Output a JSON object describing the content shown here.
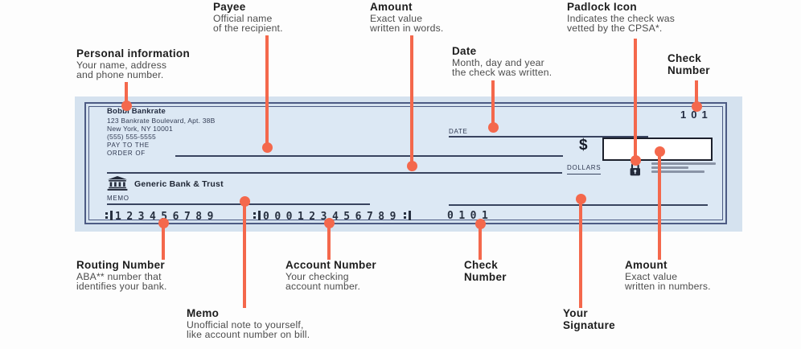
{
  "annotations": {
    "payee": {
      "title": "Payee",
      "line1": "Official name",
      "line2": "of the recipient."
    },
    "amount_words": {
      "title": "Amount",
      "line1": "Exact value",
      "line2": "written in words."
    },
    "padlock": {
      "title": "Padlock Icon",
      "line1": "Indicates the check was",
      "line2": "vetted by the CPSA*."
    },
    "personal_info": {
      "title": "Personal information",
      "line1": "Your name, address",
      "line2": "and phone number."
    },
    "date": {
      "title": "Date",
      "line1": "Month, day and year",
      "line2": "the check was written."
    },
    "check_number_top": {
      "title": "Check",
      "title2": "Number"
    },
    "routing": {
      "title": "Routing Number",
      "line1": "ABA** number that",
      "line2": "identifies your bank."
    },
    "account": {
      "title": "Account Number",
      "line1": "Your checking",
      "line2": "account number."
    },
    "check_number_bottom": {
      "title": "Check",
      "title2": "Number"
    },
    "amount_numbers": {
      "title": "Amount",
      "line1": "Exact value",
      "line2": "written in numbers."
    },
    "memo": {
      "title": "Memo",
      "line1": "Unofficial note to yourself,",
      "line2": "like account number on bill."
    },
    "signature": {
      "title": "Your",
      "title2": "Signature"
    }
  },
  "check": {
    "payer_name": "Bobbi Bankrate",
    "payer_address1": "123 Bankrate Boulevard, Apt. 38B",
    "payer_address2": "New York, NY 10001",
    "payer_phone": "(555) 555-5555",
    "check_number": "101",
    "date_label": "DATE",
    "pay_to_line1": "PAY TO THE",
    "pay_to_line2": "ORDER OF",
    "dollar_sign": "$",
    "dollars_label": "DOLLARS",
    "bank_name": "Generic Bank & Trust",
    "memo_label": "MEMO",
    "micr_routing": "123456789",
    "micr_account": "000123456789",
    "micr_check_number": "0101"
  },
  "colors": {
    "leader_accent": "#f4684c",
    "check_background": "#d5e2ef",
    "check_border": "#4d5b84",
    "micr_ink": "#273040"
  }
}
